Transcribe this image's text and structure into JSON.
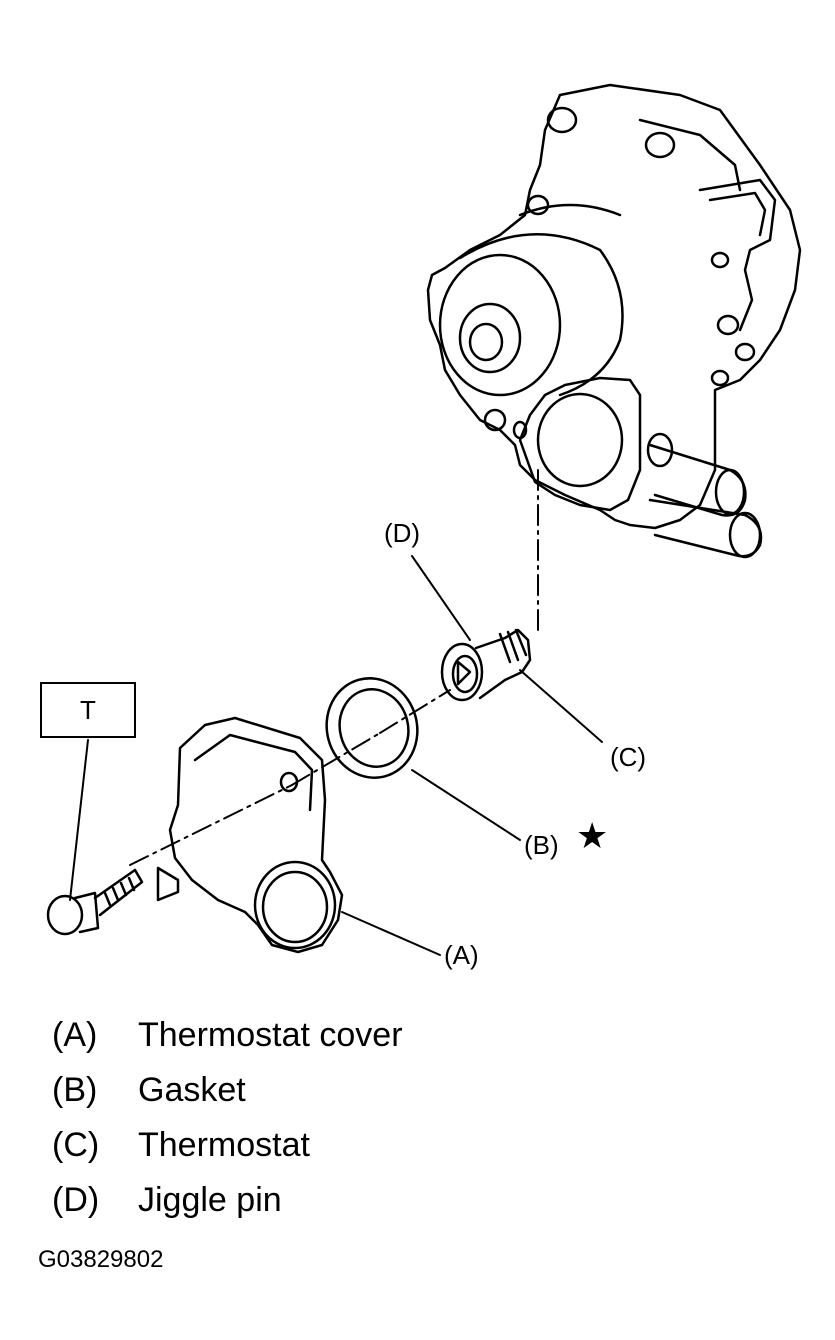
{
  "torque_symbol": "T",
  "callouts": {
    "a": "(A)",
    "b": "(B)",
    "c": "(C)",
    "d": "(D)"
  },
  "star_symbol": "★",
  "legend": [
    {
      "key": "(A)",
      "text": "Thermostat cover"
    },
    {
      "key": "(B)",
      "text": "Gasket"
    },
    {
      "key": "(C)",
      "text": "Thermostat"
    },
    {
      "key": "(D)",
      "text": "Jiggle pin"
    }
  ],
  "figure_id": "G03829802"
}
